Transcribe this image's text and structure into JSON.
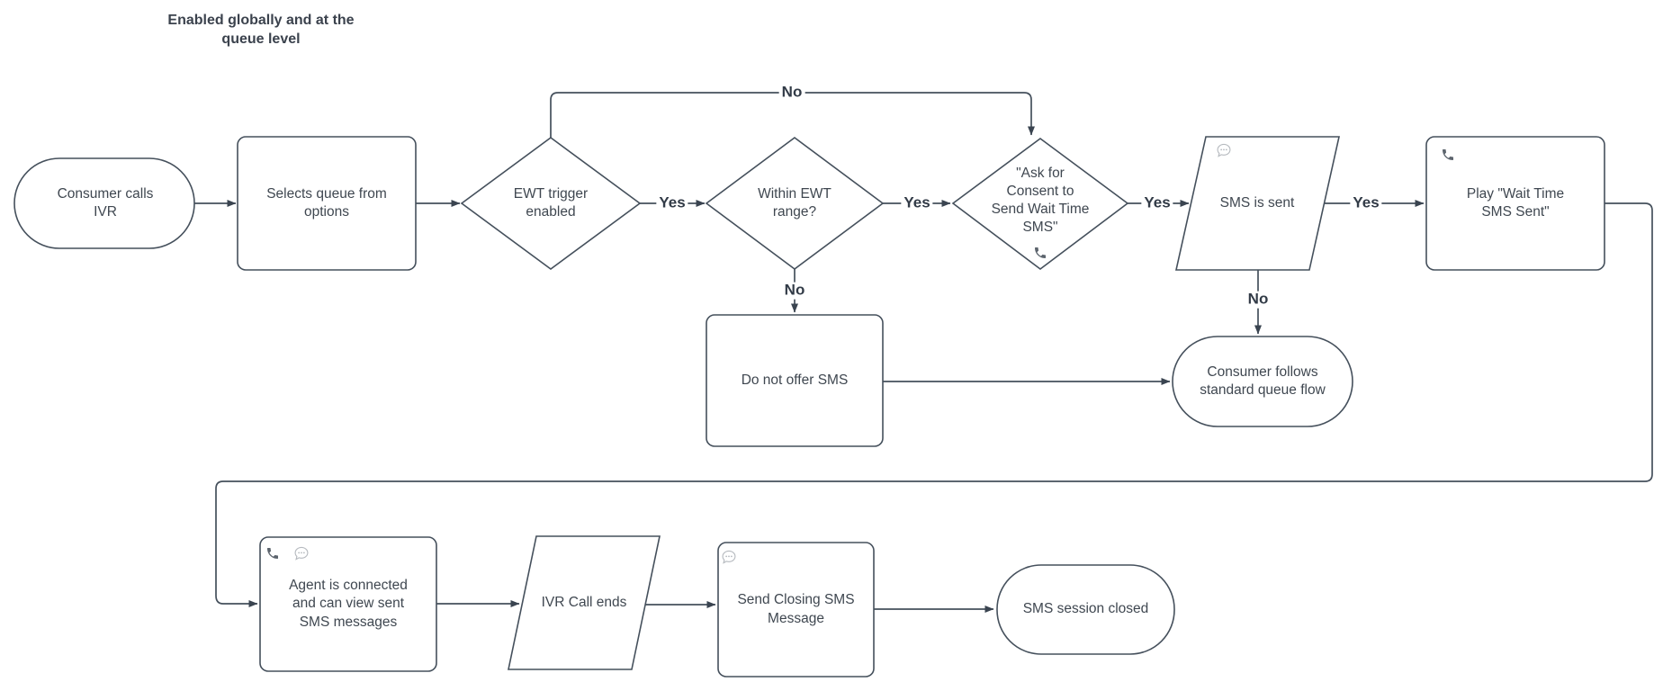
{
  "title": "Enabled globally and at the\nqueue level",
  "nodes": {
    "consumer_calls_ivr": {
      "label": "Consumer calls\nIVR",
      "shape": "terminator",
      "icons": []
    },
    "selects_queue": {
      "label": "Selects queue from\noptions",
      "shape": "process",
      "icons": []
    },
    "ewt_trigger_enabled": {
      "label": "EWT trigger\nenabled",
      "shape": "decision",
      "icons": []
    },
    "within_ewt_range": {
      "label": "Within EWT\nrange?",
      "shape": "decision",
      "icons": []
    },
    "ask_for_consent": {
      "label": "\"Ask for\nConsent to\nSend Wait Time\nSMS\"",
      "shape": "decision",
      "icons": [
        "phone-icon"
      ]
    },
    "sms_is_sent": {
      "label": "SMS is sent",
      "shape": "data",
      "icons": [
        "chat-icon"
      ]
    },
    "play_wait_time": {
      "label": "Play \"Wait Time\nSMS Sent\"",
      "shape": "process",
      "icons": [
        "phone-icon"
      ]
    },
    "do_not_offer_sms": {
      "label": "Do not offer SMS",
      "shape": "process",
      "icons": []
    },
    "standard_queue_flow": {
      "label": "Consumer follows\nstandard queue flow",
      "shape": "terminator",
      "icons": []
    },
    "agent_connected": {
      "label": "Agent is connected\nand can view sent\nSMS messages",
      "shape": "process",
      "icons": [
        "phone-icon",
        "chat-icon"
      ]
    },
    "ivr_call_ends": {
      "label": "IVR Call ends",
      "shape": "data",
      "icons": []
    },
    "send_closing_sms": {
      "label": "Send Closing SMS\nMessage",
      "shape": "process",
      "icons": [
        "chat-icon"
      ]
    },
    "sms_session_closed": {
      "label": "SMS session closed",
      "shape": "terminator",
      "icons": []
    }
  },
  "edges": {
    "ewt_trigger_yes": "Yes",
    "ewt_trigger_no": "No",
    "within_range_yes": "Yes",
    "within_range_no": "No",
    "consent_yes": "Yes",
    "sms_sent_yes": "Yes",
    "sms_sent_no": "No"
  },
  "colors": {
    "stroke": "#45505c",
    "node_text": "#3f4750",
    "edge_label_text": "#323b47",
    "phone_icon": "#5c646d",
    "chat_icon": "#b6babf",
    "background": "#ffffff"
  }
}
